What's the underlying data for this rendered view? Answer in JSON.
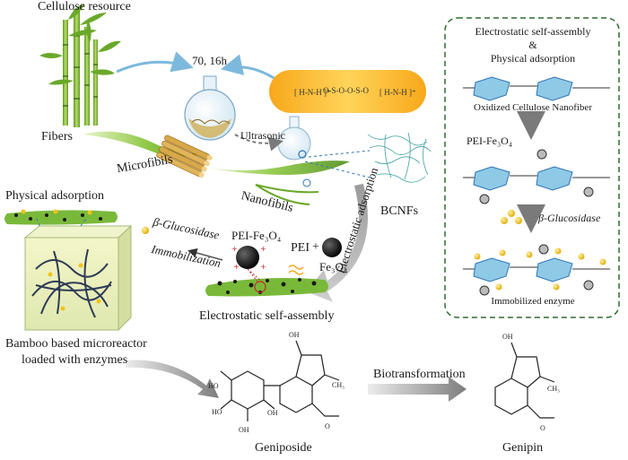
{
  "left": {
    "cellulose_resource": "Cellulose resource",
    "condition": "70, 16h",
    "fibers": "Fibers",
    "ultrasonic": "Ultrasonic",
    "microfibils": "Microfibils",
    "nanofibils": "Nanofibils",
    "bcnfs": "BCNFs",
    "physical_adsorption": "Physical adsorption",
    "beta_glucosidase": "β-Glucosidase",
    "immobilization": "Immobilization",
    "pei_fe3o4": "PEI-Fe₃O₄",
    "pei": "PEI",
    "plus": "+",
    "fe3o4": "Fe₃O₄",
    "electrostatic_adsorption": "Electrostatic adsorption",
    "electrostatic_self_assembly": "Electrostatic self-assembly",
    "microreactor_line1": "Bamboo based microreactor",
    "microreactor_line2": "loaded with enzymes"
  },
  "right_panel": {
    "title_line1": "Electrostatic self-assembly",
    "title_line2": "&",
    "title_line3": "Physical adsorption",
    "oxidized_label": "Oxidized Cellulose Nanofiber",
    "pei_fe3o4": "PEI-Fe₃O₄",
    "beta_glucosidase": "β-Glucosidase",
    "immobilized_enzyme": "Immobilized enzyme"
  },
  "bottom": {
    "geniposide": "Geniposide",
    "biotransformation": "Biotransformation",
    "genipin": "Genipin"
  },
  "colors": {
    "bamboo_green": "#7ab83a",
    "cellulose_blue": "#8ec9e6",
    "ring_blue": "#2f74b5",
    "salt_yellow": "#f6b21a",
    "enzyme_yellow": "#f2c318",
    "arrow_blue": "#7db9dc",
    "arrow_gray": "#8a8a8a",
    "panel_border": "#2f6b2f"
  }
}
